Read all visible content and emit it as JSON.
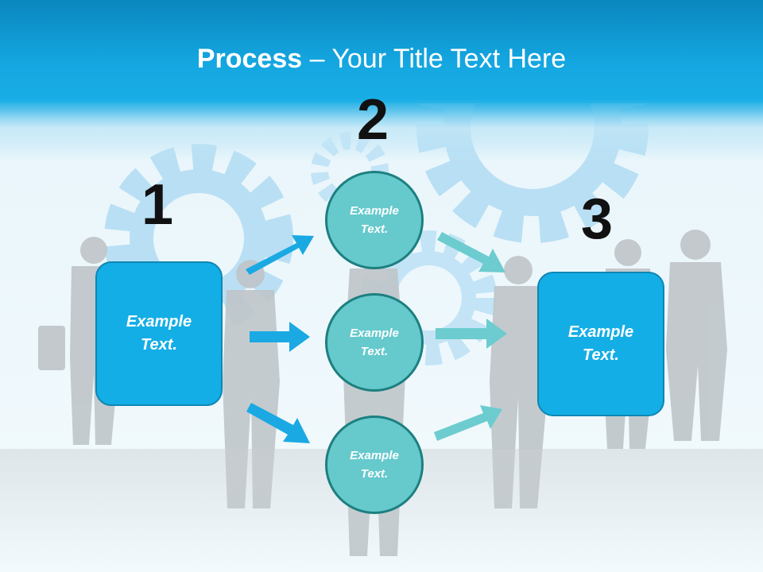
{
  "title": {
    "bold": "Process",
    "rest": " – Your Title Text Here"
  },
  "steps": {
    "one": "1",
    "two": "2",
    "three": "3"
  },
  "left_box": {
    "line1": "Example",
    "line2": "Text."
  },
  "right_box": {
    "line1": "Example",
    "line2": "Text."
  },
  "circles": [
    {
      "line1": "Example",
      "line2": "Text."
    },
    {
      "line1": "Example",
      "line2": "Text."
    },
    {
      "line1": "Example",
      "line2": "Text."
    }
  ],
  "colors": {
    "header": "#14a6e0",
    "box": "#14aee6",
    "circle": "#66c9cc",
    "circle_border": "#1d7f80",
    "arrow_blue": "#1aa9e3",
    "arrow_teal": "#6ccccf"
  }
}
